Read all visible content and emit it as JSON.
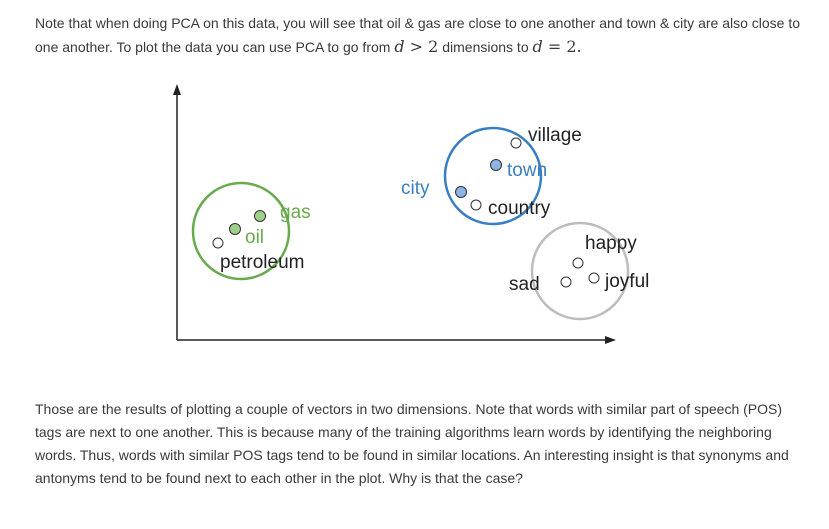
{
  "intro": {
    "text_before": "Note that when doing PCA on this data, you will see that oil & gas are close to one another and town & city are also close to one another. To plot the data you can use PCA to go from ",
    "math_d1": "d",
    "math_gt": " > 2",
    "text_middle": " dimensions to ",
    "math_d2": "d",
    "math_eq": " = 2.",
    "text_after": ""
  },
  "figure": {
    "clusters": [
      {
        "id": "energy",
        "color": "#6aaa4e",
        "words": [
          "gas",
          "oil",
          "petroleum"
        ]
      },
      {
        "id": "settlement",
        "color": "#3a7fc1",
        "words": [
          "village",
          "town",
          "city",
          "country"
        ]
      },
      {
        "id": "emotion",
        "color": "#bdbdbd",
        "words": [
          "happy",
          "sad",
          "joyful"
        ]
      }
    ],
    "labels": {
      "gas": "gas",
      "oil": "oil",
      "petroleum": "petroleum",
      "village": "village",
      "town": "town",
      "city": "city",
      "country": "country",
      "happy": "happy",
      "sad": "sad",
      "joyful": "joyful"
    },
    "colors": {
      "gas_label": "#6aaa4e",
      "oil_label": "#6aaa4e",
      "town_label": "#3a7fc1",
      "city_label": "#3a7fc1",
      "default_label": "#222222",
      "filled_point_green": "#9fcf88",
      "filled_point_blue": "#8db4e2",
      "axis": "#222222"
    }
  },
  "outro": {
    "text": "Those are the results of plotting a couple of vectors in two dimensions. Note that words with similar part of speech (POS) tags are next to one another. This is because many of the training algorithms learn words by identifying the neighboring words. Thus, words with similar POS tags tend to be found in similar locations. An interesting insight is that synonyms and antonyms tend to be found next to each other in the plot. Why is that the case?"
  }
}
